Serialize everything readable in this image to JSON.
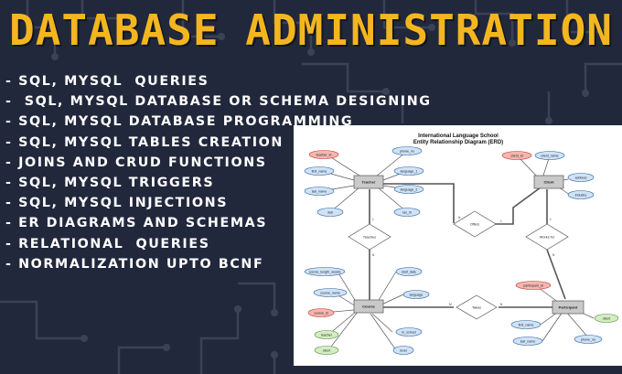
{
  "title": "DATABASE ADMINISTRATION",
  "colors": {
    "background": "#22283c",
    "title": "#f3b61f",
    "text": "#ffffff",
    "circuit": "#3b4257"
  },
  "bullets": [
    "- SQL, MYSQL  QUERIES",
    "-  SQL, MYSQL DATABASE OR SCHEMA DESIGNING",
    "- SQL, MYSQL DATABASE PROGRAMMING",
    "- SQL, MYSQL TABLES CREATION",
    "- JOINS AND CRUD FUNCTIONS",
    "- SQL, MYSQL TRIGGERS",
    "- SQL, MYSQL INJECTIONS",
    "- ER DIAGRAMS AND SCHEMAS",
    "- RELATIONAL  QUERIES",
    "- NORMALIZATION UPTO BCNF"
  ],
  "erd": {
    "title": "International Language School",
    "subtitle": "Entity Relationship Diagram (ERD)",
    "entities": {
      "teacher": "Teacher",
      "client": "Client",
      "course": "Course",
      "participant": "Participant"
    },
    "relationships": {
      "offers": "Offers",
      "teaches": "Teaches",
      "works_for": "Works for",
      "takes": "Takes"
    },
    "attributes": {
      "teacher_id": "teacher_id",
      "phone_no": "phone_no",
      "first_name": "first_name",
      "language_1": "language_1",
      "last_name": "last_name",
      "language_2": "language_2",
      "dob": "dob",
      "tax_id": "tax_id",
      "client_id": "client_id",
      "client_name": "client_name",
      "address": "address",
      "industry": "industry",
      "course_length_weeks": "course_length_weeks",
      "start_date": "start_date",
      "course_name": "course_name",
      "language": "language",
      "course_id": "course_id",
      "course_teacher": "teacher",
      "course_client": "client",
      "in_school": "in_school",
      "level": "level",
      "participant_id": "participant_id",
      "first_name_p": "first_name",
      "last_name_p": "last_name",
      "participant_client": "client",
      "phone_no_p": "phone_no"
    },
    "cardinality": {
      "teacher_teaches": "1",
      "teaches_course": "N",
      "teacher_offers": "N",
      "offers_client": "1",
      "client_works": "1",
      "works_participant": "N",
      "course_takes": "M",
      "takes_participant": "N"
    }
  }
}
